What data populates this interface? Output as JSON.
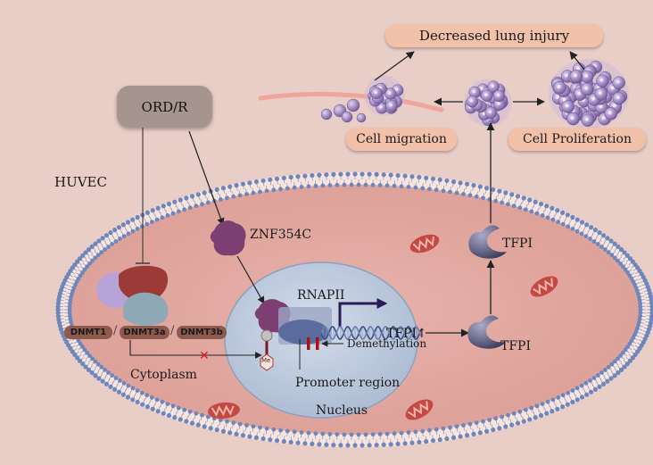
{
  "stimulus": "ORD/R",
  "cell_type": "HUVEC",
  "outcome": "Decreased lung injury",
  "cell_migration": "Cell migration",
  "cell_proliferation": "Cell Proliferation",
  "transcription_factor": "ZNF354C",
  "methyltransferases": [
    "DNMT1",
    "DNMT3a",
    "DNMT3b"
  ],
  "separator": "/",
  "polymerase": "RNAPII",
  "gene": "TFPI",
  "gene_arrow": "↑",
  "demethylation": "Demethylation",
  "methyl_mark": "Me",
  "promoter": "Promoter region",
  "cytoplasm": "Cytoplasm",
  "nucleus": "Nucleus",
  "protein_secreted": "TFPI",
  "protein_cytoplasm": "TFPI",
  "inhibit_mark": "✕",
  "colors": {
    "background": "#e9cdc7",
    "cell_fill": "#e3a79f",
    "nucleus_fill": "#c3cedf",
    "membrane_head": "#6f86bb",
    "label_pill": "#f1c1a9",
    "ord_box": "#a6948f",
    "dnmt": "#8e5a4d",
    "cluster": "#9d82bd",
    "tfpi_protein": "#6c6c8e",
    "znf_protein": "#7d3f72",
    "inhibit": "#e21c1c"
  }
}
